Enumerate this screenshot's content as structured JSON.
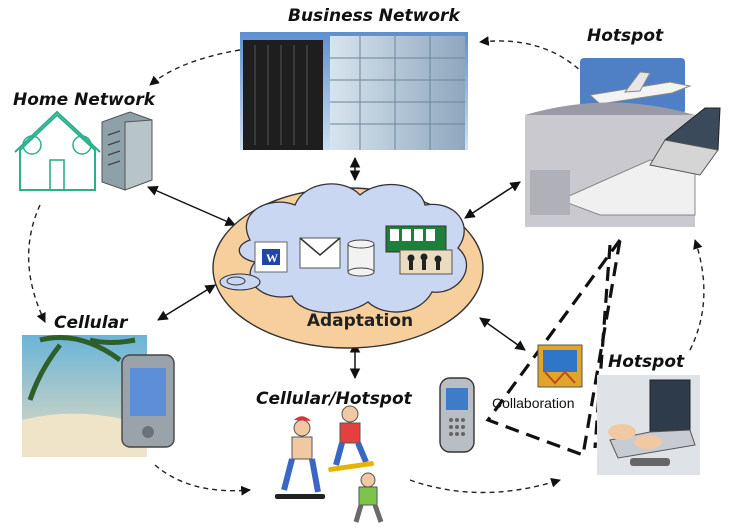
{
  "labels": {
    "business_network": "Business Network",
    "home_network": "Home Network",
    "hotspot_top": "Hotspot",
    "cellular": "Cellular",
    "cellular_hotspot": "Cellular/Hotspot",
    "hotspot_right": "Hotspot"
  },
  "center": {
    "title": "Adaptation",
    "app_icons": [
      "word-document-icon",
      "email-envelope-icon",
      "database-icon",
      "solitaire-icon",
      "chess-icon"
    ]
  },
  "collaboration": "Collaboration",
  "colors": {
    "cloud_fill": "#c9d7f3",
    "ellipse_fill": "#f7cf9c",
    "arrow": "#111111"
  }
}
